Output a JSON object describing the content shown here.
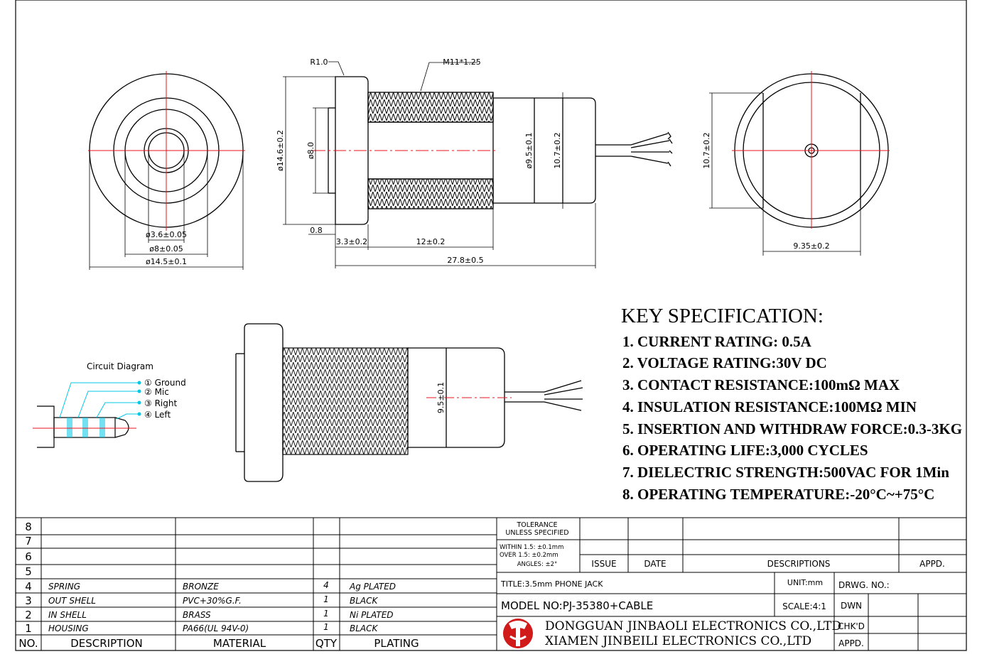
{
  "dims": {
    "front_inner": "ø3.6±0.05",
    "front_mid": "ø8±0.05",
    "front_outer": "ø14.5±0.1",
    "radius": "R1.0",
    "thread": "M11*1.25",
    "flange_dia": "ø14.6±0.2",
    "bore_dia": "ø8.0",
    "flange_thk": "0.8",
    "flange_len": "3.3±0.2",
    "thread_len": "12±0.2",
    "total_len": "27.8±0.5",
    "body_dia": "ø9.5±0.1",
    "body_height": "10.7±0.2",
    "rear_height": "10.7±0.2",
    "rear_width": "9.35±0.2",
    "lower_body_dia": "9.5±0.1"
  },
  "circuit": {
    "title": "Circuit Diagram",
    "labels": [
      "① Ground",
      "② Mic",
      "③ Right",
      "④ Left"
    ]
  },
  "spec": {
    "title": "KEY SPECIFICATION:",
    "items": [
      "1. CURRENT RATING: 0.5A",
      "2. VOLTAGE RATING:30V DC",
      "3. CONTACT RESISTANCE:100mΩ MAX",
      "4. INSULATION RESISTANCE:100MΩ MIN",
      "5. INSERTION AND WITHDRAW FORCE:0.3-3KG",
      "6. OPERATING LIFE:3,000 CYCLES",
      "7. DIELECTRIC STRENGTH:500VAC FOR 1Min",
      "8. OPERATING TEMPERATURE:-20°C~+75°C"
    ]
  },
  "bom": {
    "rows": [
      {
        "no": "8",
        "desc": "",
        "mat": "",
        "qty": "",
        "plating": ""
      },
      {
        "no": "7",
        "desc": "",
        "mat": "",
        "qty": "",
        "plating": ""
      },
      {
        "no": "6",
        "desc": "",
        "mat": "",
        "qty": "",
        "plating": ""
      },
      {
        "no": "5",
        "desc": "",
        "mat": "",
        "qty": "",
        "plating": ""
      },
      {
        "no": "4",
        "desc": "SPRING",
        "mat": "BRONZE",
        "qty": "4",
        "plating": "Ag PLATED"
      },
      {
        "no": "3",
        "desc": "OUT SHELL",
        "mat": "PVC+30%G.F.",
        "qty": "1",
        "plating": "BLACK"
      },
      {
        "no": "2",
        "desc": "IN SHELL",
        "mat": "BRASS",
        "qty": "1",
        "plating": "Ni PLATED"
      },
      {
        "no": "1",
        "desc": "HOUSING",
        "mat": "PA66(UL 94V-0)",
        "qty": "1",
        "plating": "BLACK"
      }
    ],
    "header": {
      "no": "NO.",
      "desc": "DESCRIPTION",
      "mat": "MATERIAL",
      "qty": "QTY",
      "plating": "PLATING"
    }
  },
  "titleblock": {
    "tol1": "TOLERANCE",
    "tol2": "UNLESS SPECIFIED",
    "tol3": "WITHIN 1.5: ±0.1mm",
    "tol4": "OVER 1.5: ±0.2mm",
    "tol5": "ANGLES: ±2°",
    "issue": "ISSUE",
    "date": "DATE",
    "descriptions": "DESCRIPTIONS",
    "appd": "APPD.",
    "title": "TITLE:3.5mm PHONE JACK",
    "unit": "UNIT:mm",
    "drwg": "DRWG. NO.:",
    "model": "MODEL NO:PJ-35380+CABLE",
    "scale": "SCALE:4:1",
    "dwn": "DWN",
    "company1": "DONGGUAN JINBAOLI ELECTRONICS CO.,LTD",
    "company2": "XIAMEN JINBEILI ELECTRONICS CO.,LTD",
    "chkd": "CHK'D",
    "appd2": "APPD."
  },
  "colors": {
    "centerline": "#e8141c",
    "circuit": "#00c8e6",
    "logo": "#d11a1a"
  }
}
